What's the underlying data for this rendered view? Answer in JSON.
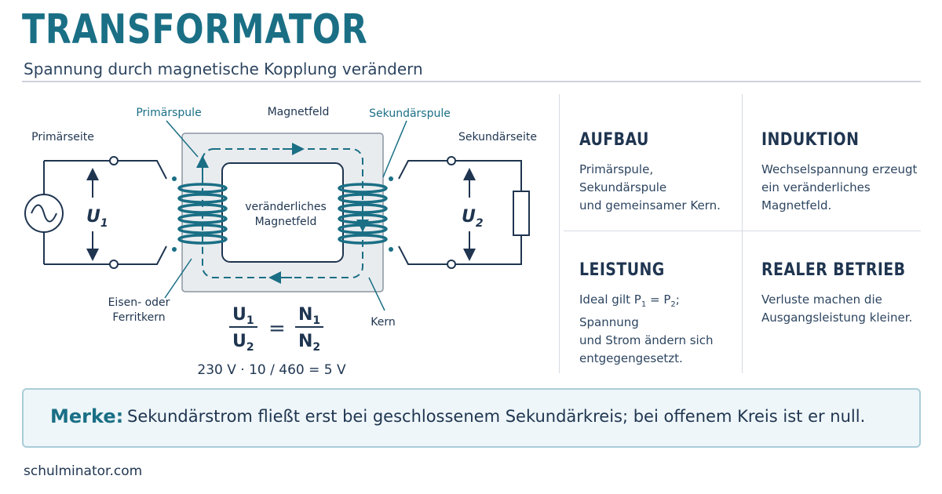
{
  "header": {
    "title": "TRANSFORMATOR",
    "subtitle": "Spannung durch magnetische Kopplung verändern"
  },
  "diagram": {
    "labels": {
      "primary_coil": "Primärspule",
      "magnetic_field": "Magnetfeld",
      "secondary_coil": "Sekundärspule",
      "primary_side": "Primärseite",
      "secondary_side": "Sekundärseite",
      "core_center_line1": "veränderliches",
      "core_center_line2": "Magnetfeld",
      "iron_core_line1": "Eisen- oder",
      "iron_core_line2": "Ferritkern",
      "core": "Kern"
    },
    "voltages": {
      "u1_symbol": "U",
      "u1_sub": "1",
      "u2_symbol": "U",
      "u2_sub": "2"
    },
    "formula": {
      "num_left": "U",
      "num_left_sub": "1",
      "den_left": "U",
      "den_left_sub": "2",
      "equals": "=",
      "num_right": "N",
      "num_right_sub": "1",
      "den_right": "N",
      "den_right_sub": "2",
      "example": "230 V · 10 / 460 = 5 V"
    },
    "colors": {
      "accent": "#1a6f85",
      "dark": "#1f3550",
      "core_fill": "#e9ecef",
      "core_border": "#8b95a1"
    }
  },
  "cards": {
    "aufbau": {
      "title": "AUFBAU",
      "line1": "Primärspule, Sekundärspule",
      "line2": "und gemeinsamer Kern."
    },
    "induktion": {
      "title": "INDUKTION",
      "line1": "Wechselspannung erzeugt",
      "line2": "ein veränderliches",
      "line3": "Magnetfeld."
    },
    "leistung": {
      "title": "LEISTUNG",
      "line1_a": "Ideal gilt P",
      "line1_sub1": "1",
      "line1_b": " = P",
      "line1_sub2": "2",
      "line1_c": "; Spannung",
      "line2": "und Strom ändern sich",
      "line3": "entgegengesetzt."
    },
    "realer_betrieb": {
      "title": "REALER BETRIEB",
      "line1": "Verluste machen die",
      "line2": "Ausgangsleistung kleiner."
    }
  },
  "merke": {
    "label": "Merke:",
    "text": "Sekundärstrom fließt erst bei geschlossenem Sekundärkreis; bei offenem Kreis ist er null."
  },
  "footer": {
    "site": "schulminator.com"
  }
}
